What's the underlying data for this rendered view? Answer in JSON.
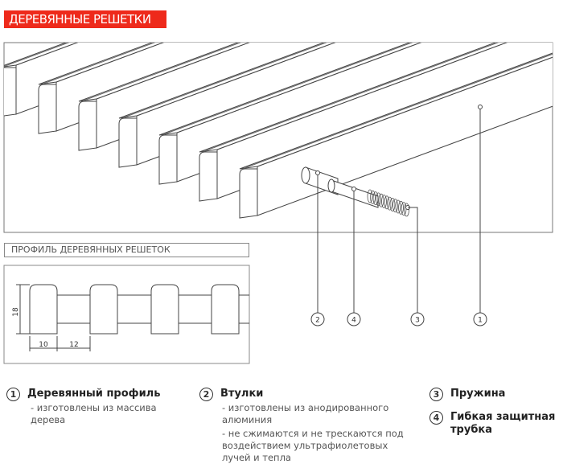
{
  "title": "ДЕРЕВЯННЫЕ РЕШЕТКИ",
  "profile": {
    "title": "ПРОФИЛЬ ДЕРЕВЯННЫХ РЕШЕТОК",
    "dim_height": "18",
    "dim_width": "10",
    "dim_gap": "12"
  },
  "callouts": [
    "2",
    "4",
    "3",
    "1"
  ],
  "legend": [
    {
      "num": "1",
      "label": "Деревянный профиль",
      "notes": [
        "- изготовлены из массива дерева"
      ]
    },
    {
      "num": "2",
      "label": "Втулки",
      "notes": [
        "- изготовлены из анодированного алюминия",
        "- не сжимаются и не трескаются под воздействием ультрафиолетовых лучей и тепла"
      ]
    },
    {
      "num": "3",
      "label": "Пружина",
      "notes": []
    },
    {
      "num": "4",
      "label": "Гибкая защитная трубка",
      "notes": []
    }
  ],
  "colors": {
    "accent": "#ee2a1b",
    "line": "#444444"
  }
}
